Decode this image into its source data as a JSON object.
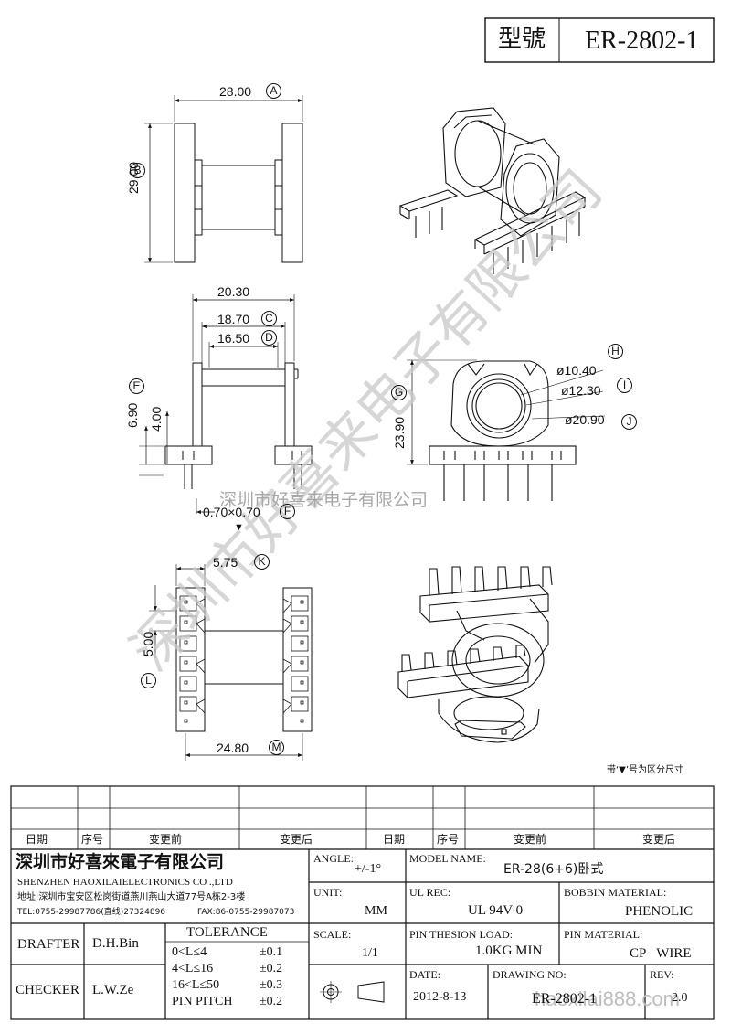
{
  "header": {
    "model_label": "型號",
    "model_value": "ER-2802-1"
  },
  "dimensions": {
    "A": {
      "value": "28.00",
      "tag": "A"
    },
    "B": {
      "value": "29.00",
      "tag": "B"
    },
    "total_width": "20.30",
    "C": {
      "value": "18.70",
      "tag": "C"
    },
    "D": {
      "value": "16.50",
      "tag": "D"
    },
    "E": {
      "value": "6.90",
      "tag": "E"
    },
    "E2": "4.00",
    "F": {
      "value": "0.70×0.70",
      "tag": "F"
    },
    "G": {
      "value": "23.90",
      "tag": "G"
    },
    "H": {
      "value": "ø10.40",
      "tag": "H"
    },
    "I": {
      "value": "ø12.30",
      "tag": "I"
    },
    "J": {
      "value": "ø20.90",
      "tag": "J"
    },
    "K": {
      "value": "5.75",
      "tag": "K"
    },
    "L": {
      "value": "5.00",
      "tag": "L"
    },
    "M": {
      "value": "24.80",
      "tag": "M"
    }
  },
  "marker_symbol": "▼",
  "note": "带‘▼’号为区分尺寸",
  "watermark": {
    "diagonal": "深圳市好喜来电子有限公司",
    "center": "深圳市好喜来电子有限公司",
    "url": "haoxilai888.com"
  },
  "revision_table": {
    "headers": [
      "日期",
      "序号",
      "变更前",
      "变更后",
      "日期",
      "序号",
      "变更前",
      "变更后"
    ]
  },
  "company": {
    "name_cn": "深圳市好喜來電子有限公司",
    "name_en": "SHENZHEN HAOXILAIELECTRONICS CO .,LTD",
    "address": "地址:深圳市宝安区松岗街道燕川燕山大道77号A栋2-3楼",
    "tel": "TEL:0755-29987786(直线)27324896",
    "fax": "FAX:86-0755-29987073"
  },
  "title_block": {
    "angle_label": "ANGLE:",
    "angle_value": "+/-1°",
    "model_name_label": "MODEL NAME:",
    "model_name_value": "ER-28(6+6)卧式",
    "unit_label": "UNIT:",
    "unit_value": "MM",
    "ul_rec_label": "UL REC:",
    "ul_rec_value": "UL 94V-0",
    "bobbin_material_label": "BOBBIN MATERIAL:",
    "bobbin_material_value": "PHENOLIC",
    "scale_label": "SCALE:",
    "scale_value": "1/1",
    "pin_load_label": "PIN THESION LOAD:",
    "pin_load_value": "1.0KG MIN",
    "pin_material_label": "PIN MATERIAL:",
    "pin_material_value": "CP WIRE",
    "date_label": "DATE:",
    "date_value": "2012-8-13",
    "drawing_no_label": "DRAWING NO:",
    "drawing_no_value": "ER-2802-1",
    "rev_label": "REV:",
    "rev_value": "2.0",
    "drafter_label": "DRAFTER",
    "drafter_value": "D.H.Bin",
    "checker_label": "CHECKER",
    "checker_value": "L.W.Ze",
    "tolerance_title": "TOLERANCE",
    "tolerance_rows": [
      {
        "range": "0<L≤4",
        "value": "±0.1"
      },
      {
        "range": "4<L≤16",
        "value": "±0.2"
      },
      {
        "range": "16<L≤50",
        "value": "±0.3"
      },
      {
        "range": "PIN PITCH",
        "value": "±0.2"
      }
    ]
  }
}
